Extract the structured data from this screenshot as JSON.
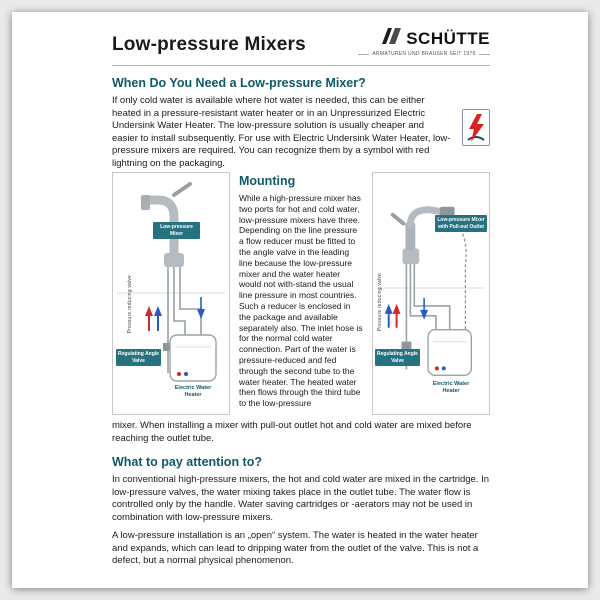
{
  "header": {
    "title": "Low-pressure Mixers",
    "brand_name": "SCHÜTTE",
    "brand_tagline": "ARMATUREN UND BRAUSEN SEIT 1976"
  },
  "intro": {
    "heading": "When Do You Need a Low-pressure Mixer?",
    "body": "If only cold water is available where hot water is needed, this can be either heated in a pressure-resistant water heater or in an Unpressurized Electric Undersink Water Heater. The low-pressure solution is usually cheaper and easier to install subsequently. For use with Electric Undersink Water Heater, low-pressure mixers are required. You can recognize them by a symbol with red lightning on the packaging.",
    "symbol_name": "red-lightning-packaging-symbol"
  },
  "mounting": {
    "heading": "Mounting",
    "body": "While a high-pressure mixer has two ports for hot and cold water, low-pressure mixers have three. Depending on the line pressure a flow reducer must be fitted to the angle valve in the leading line because the low-pressure mixer and the water heater would not with-stand the usual line pressure in most countries. Such a reducer is enclosed in the package and available separately also. The inlet hose is for the normal cold water connection. Part of the water is pressure-reduced and fed through the second tube to the water heater. The heated water then flows through the third tube to the low-pressure",
    "continuation": "mixer. When installing a mixer with pull-out outlet hot and cold water are mixed before reaching the outlet tube."
  },
  "diagrams": {
    "left": {
      "mixer_label": "Low-pressure Mixer",
      "valve_label": "Regulating Angle Valve",
      "heater_label": "Electric Water Heater",
      "pressure_label": "Pressure reducing valve"
    },
    "right": {
      "mixer_label": "Low-pressure Mixer with Pull-out Outlet",
      "valve_label": "Regulating Angle Valve",
      "heater_label": "Electric Water Heater",
      "pressure_label": "Pressure reducing valve"
    }
  },
  "attention": {
    "heading": "What to pay attention to?",
    "para1": "In conventional high-pressure mixers, the hot and cold water are mixed in the cartridge. In low-pressure valves, the water mixing takes place in the outlet tube. The water flow is controlled only by the handle. Water saving cartridges or -aerators may not be used in combination with low-pressure mixers.",
    "para2": "A low-pressure installation is an „open“ system. The water is heated in the water heater and expands, which can lead to dripping water from the outlet of the valve. This is not a defect, but a normal physical phenomenon."
  },
  "colors": {
    "accent_teal": "#0f5a68",
    "label_teal": "#26727f",
    "hot_red": "#cf2a27",
    "cold_blue": "#2b59c3"
  }
}
